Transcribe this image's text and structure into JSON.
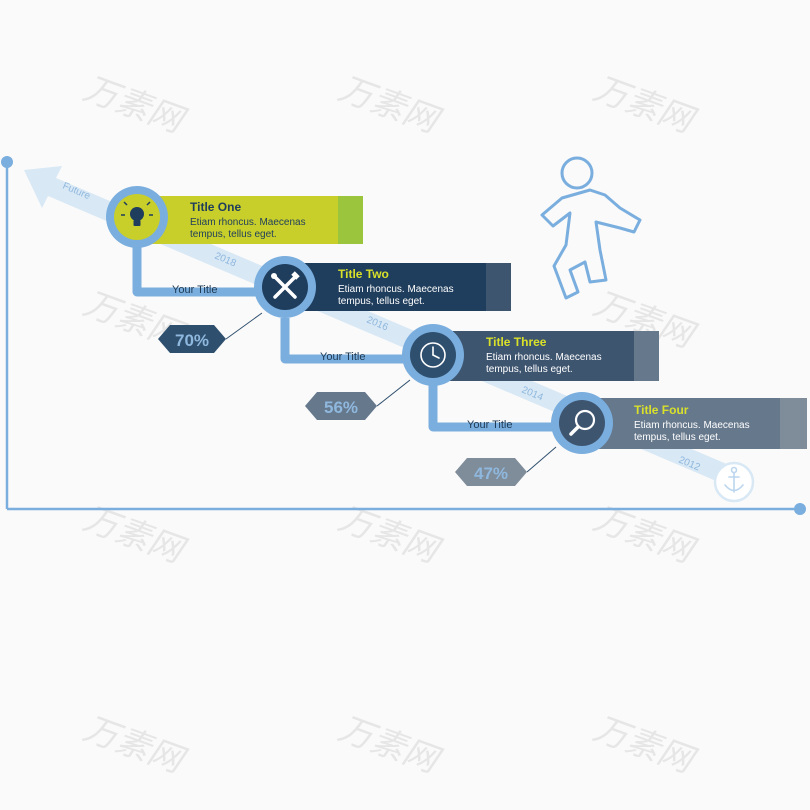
{
  "colors": {
    "axis": "#7aaede",
    "arrow": "#d8e8f5",
    "ring": "#7aaede",
    "connector": "#7aaede",
    "lime": "#c8cf2a",
    "navy": "#1f3d5c",
    "slate": "#3e5570",
    "steel": "#66788c",
    "title_yellow": "#d9e02a",
    "pct_text": "#8fb8de",
    "figure": "#7aaede"
  },
  "arrow_label": "Future",
  "watermark": "万素网",
  "steps": [
    {
      "title": "Title One",
      "desc_line1": "Etiam rhoncus. Maecenas",
      "desc_line2": "tempus, tellus eget.",
      "icon": "lightbulb-icon",
      "year": "2018",
      "connector_label": "Your Title",
      "percent": "70%"
    },
    {
      "title": "Title Two",
      "desc_line1": "Etiam rhoncus. Maecenas",
      "desc_line2": "tempus, tellus eget.",
      "icon": "tools-icon",
      "year": "2016",
      "connector_label": "Your Title",
      "percent": "56%"
    },
    {
      "title": "Title Three",
      "desc_line1": "Etiam rhoncus. Maecenas",
      "desc_line2": "tempus, tellus eget.",
      "icon": "clock-icon",
      "year": "2014",
      "connector_label": "Your Title",
      "percent": "47%"
    },
    {
      "title": "Title Four",
      "desc_line1": "Etiam rhoncus. Maecenas",
      "desc_line2": "tempus, tellus eget.",
      "icon": "magnifier-icon",
      "year": "2012"
    }
  ]
}
